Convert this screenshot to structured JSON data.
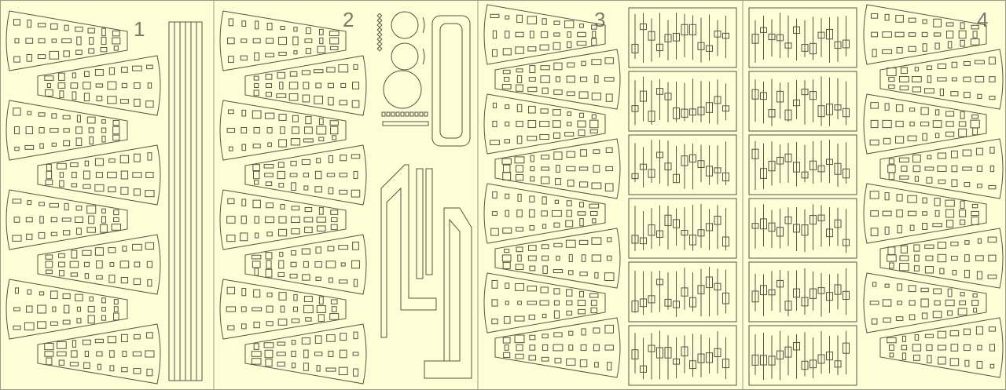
{
  "sheet": {
    "panel_labels": [
      "1",
      "2",
      "3",
      "4"
    ],
    "colors": {
      "background": "#fffdd6",
      "line": "#555548",
      "divider": "#9a9a88",
      "label": "#7a7a6a"
    }
  }
}
